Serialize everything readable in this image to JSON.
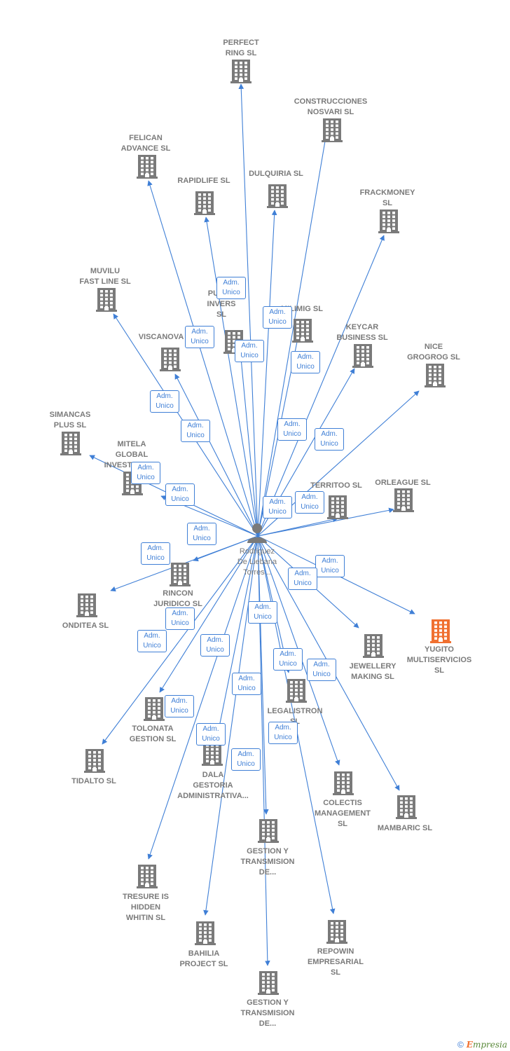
{
  "center": {
    "name": "Rodriguez\nDe Liebana\nTorres..."
  },
  "edge_label": "Adm.\nUnico",
  "colors": {
    "edge": "#3f7fd6",
    "building": "#7a7a7a",
    "highlight": "#f07030"
  },
  "companies": [
    {
      "id": "perfect-ring",
      "name": "PERFECT\nRING  SL"
    },
    {
      "id": "construcciones-nosvari",
      "name": "CONSTRUCCIONES\nNOSVARI SL"
    },
    {
      "id": "felican-advance",
      "name": "FELICAN\nADVANCE  SL"
    },
    {
      "id": "rapidlife",
      "name": "RAPIDLIFE  SL"
    },
    {
      "id": "dulquiria",
      "name": "DULQUIRIA  SL"
    },
    {
      "id": "frackmoney",
      "name": "FRACKMONEY\nSL"
    },
    {
      "id": "muvilu-fast-line",
      "name": "MUVILU\nFAST LINE  SL"
    },
    {
      "id": "pushc-invers",
      "name": "PUSHC\nINVERS\nSL"
    },
    {
      "id": "milimig",
      "name": "MILIMIG  SL"
    },
    {
      "id": "keycar-business",
      "name": "KEYCAR\nBUSINESS  SL"
    },
    {
      "id": "nice-grogrog",
      "name": "NICE\nGROGROG  SL"
    },
    {
      "id": "viscanova",
      "name": "VISCANOVA"
    },
    {
      "id": "simancas-plus",
      "name": "SIMANCAS\nPLUS  SL"
    },
    {
      "id": "mitela-global",
      "name": "MITELA\nGLOBAL\nINVESTMENT..."
    },
    {
      "id": "territoo",
      "name": "TERRITOO  SL"
    },
    {
      "id": "orleague",
      "name": "ORLEAGUE  SL"
    },
    {
      "id": "rincon-juridico",
      "name": "RINCON\nJURIDICO SL"
    },
    {
      "id": "onditea",
      "name": "ONDITEA  SL"
    },
    {
      "id": "yugito-multiservicios",
      "name": "YUGITO\nMULTISERVICIOS\nSL"
    },
    {
      "id": "jewellery-making",
      "name": "JEWELLERY\nMAKING  SL"
    },
    {
      "id": "legalistron",
      "name": "LEGALISTRON\nSL"
    },
    {
      "id": "tolonata-gestion",
      "name": "TOLONATA\nGESTION  SL"
    },
    {
      "id": "tidalto",
      "name": "TIDALTO  SL"
    },
    {
      "id": "dala-gestoria",
      "name": "DALA\nGESTORIA\nADMINISTRATIVA..."
    },
    {
      "id": "colectis-management",
      "name": "COLECTIS\nMANAGEMENT\nSL"
    },
    {
      "id": "mambaric",
      "name": "MAMBARIC  SL"
    },
    {
      "id": "gestion-transmision-1",
      "name": "GESTION Y\nTRANSMISION\nDE..."
    },
    {
      "id": "tresure-is-hidden",
      "name": "TRESURE IS\nHIDDEN\nWHITIN  SL"
    },
    {
      "id": "bahilia-project",
      "name": "BAHILIA\nPROJECT  SL"
    },
    {
      "id": "repowin-empresarial",
      "name": "REPOWIN\nEMPRESARIAL\nSL"
    },
    {
      "id": "gestion-transmision-2",
      "name": "GESTION Y\nTRANSMISION\nDE..."
    }
  ],
  "brand": {
    "copyright": "©",
    "initial": "E",
    "rest": "mpresia"
  }
}
